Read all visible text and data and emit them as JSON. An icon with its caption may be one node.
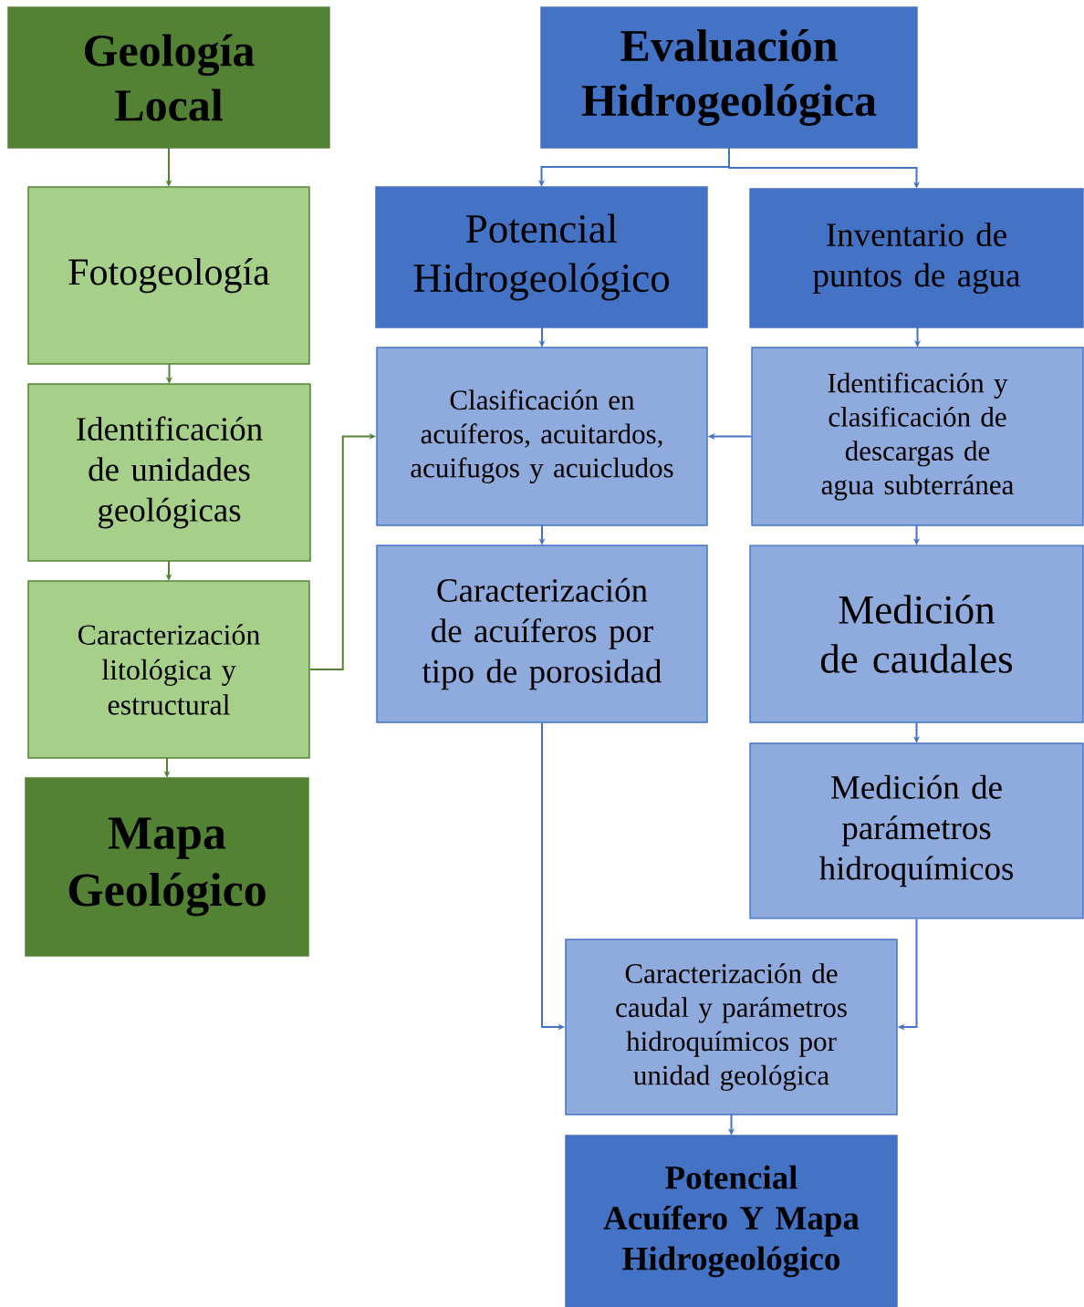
{
  "diagram": {
    "nodes": [
      {
        "text": [
          "Geología Local"
        ]
      },
      {
        "text": [
          "Fotogeología"
        ]
      },
      {
        "text": [
          "Identificación de unidades geológicas"
        ]
      },
      {
        "text": [
          "Caracterización litológica y estructural"
        ]
      },
      {
        "text": [
          "Mapa Geológico"
        ]
      },
      {
        "text": [
          "Evaluación Hidrogeológica"
        ]
      },
      {
        "text": [
          "Potencial Hidrogeológico"
        ]
      },
      {
        "text": [
          "Inventario de puntos de agua"
        ]
      },
      {
        "text": [
          "Clasificación en acuíferos, acuitardos, acuifugos y acuicludos"
        ]
      },
      {
        "text": [
          "Identificación y clasificación de descargas de agua subterránea"
        ]
      },
      {
        "text": [
          "Caracterización de acuíferos por tipo de porosidad"
        ]
      },
      {
        "text": [
          "Medición de caudales"
        ]
      },
      {
        "text": [
          "Medición de parámetros hidroquímicos"
        ]
      },
      {
        "text": [
          "Caracterización de caudal y parámetros hidroquímicos por unidad geológica"
        ]
      },
      {
        "text": [
          "Potencial Acuífero Y Mapa Hidrogeológico"
        ]
      }
    ],
    "edges": [
      {
        "from": 0,
        "to": 1,
        "arrow": "to",
        "color": "#548235"
      },
      {
        "from": 1,
        "to": 2,
        "arrow": "to",
        "color": "#548235"
      },
      {
        "from": 2,
        "to": 3,
        "arrow": "to",
        "color": "#548235"
      },
      {
        "from": 3,
        "to": 4,
        "arrow": "to",
        "color": "#548235"
      },
      {
        "from": 3,
        "to": 8,
        "arrow": "to",
        "color": "#548235"
      },
      {
        "from": 5,
        "to": 6,
        "arrow": "to"
      },
      {
        "from": 5,
        "to": 7,
        "arrow": "to"
      },
      {
        "from": 6,
        "to": 8,
        "arrow": "to"
      },
      {
        "from": 7,
        "to": 9,
        "arrow": "to"
      },
      {
        "from": 9,
        "to": 8,
        "arrow": "to"
      },
      {
        "from": 8,
        "to": 10,
        "arrow": "to"
      },
      {
        "from": 9,
        "to": 11,
        "arrow": "to"
      },
      {
        "from": 11,
        "to": 12,
        "arrow": "to"
      },
      {
        "from": 10,
        "to": 13,
        "arrow": "to"
      },
      {
        "from": 12,
        "to": 13,
        "arrow": "to"
      },
      {
        "from": 13,
        "to": 14,
        "arrow": "to"
      }
    ]
  }
}
